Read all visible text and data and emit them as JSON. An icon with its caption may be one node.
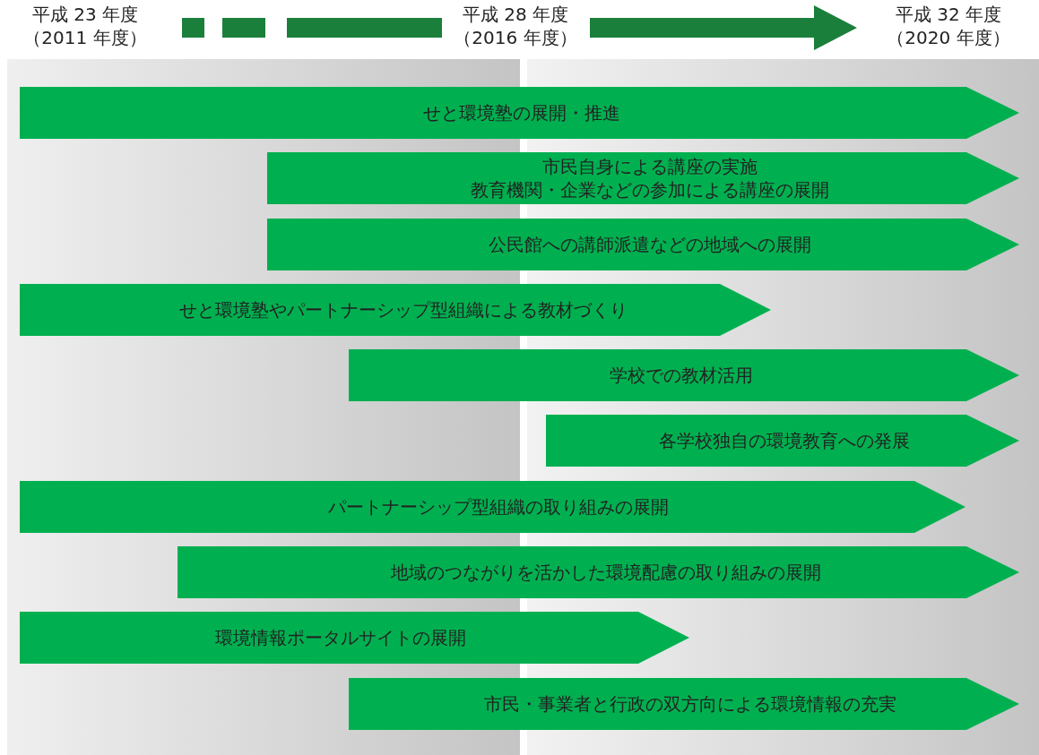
{
  "diagram": {
    "nodes": [
      {
        "text": [
          "平成 23 年度",
          "（2011 年度）"
        ]
      },
      {
        "text": [
          "平成 28 年度",
          "（2016 年度）"
        ]
      },
      {
        "text": [
          "平成 32 年度",
          "（2020 年度）"
        ]
      },
      {
        "text": [
          "せと環境塾の展開・推進"
        ]
      },
      {
        "text": [
          "市民自身による講座の実施",
          "教育機関・企業などの参加による講座の展開"
        ]
      },
      {
        "text": [
          "公民館への講師派遣などの地域への展開"
        ]
      },
      {
        "text": [
          "せと環境塾やパートナーシップ型組織による教材づくり"
        ]
      },
      {
        "text": [
          "学校での教材活用"
        ]
      },
      {
        "text": [
          "各学校独自の環境教育への発展"
        ]
      },
      {
        "text": [
          "パートナーシップ型組織の取り組みの展開"
        ]
      },
      {
        "text": [
          "地域のつながりを活かした環境配慮の取り組みの展開"
        ]
      },
      {
        "text": [
          "環境情報ポータルサイトの展開"
        ]
      },
      {
        "text": [
          "市民・事業者と行政の双方向による環境情報の充実"
        ]
      }
    ],
    "edges": [
      {
        "from": 0,
        "to": 1,
        "arrow": "none",
        "style": "dashed"
      },
      {
        "from": 1,
        "to": 2,
        "arrow": "to"
      }
    ]
  }
}
